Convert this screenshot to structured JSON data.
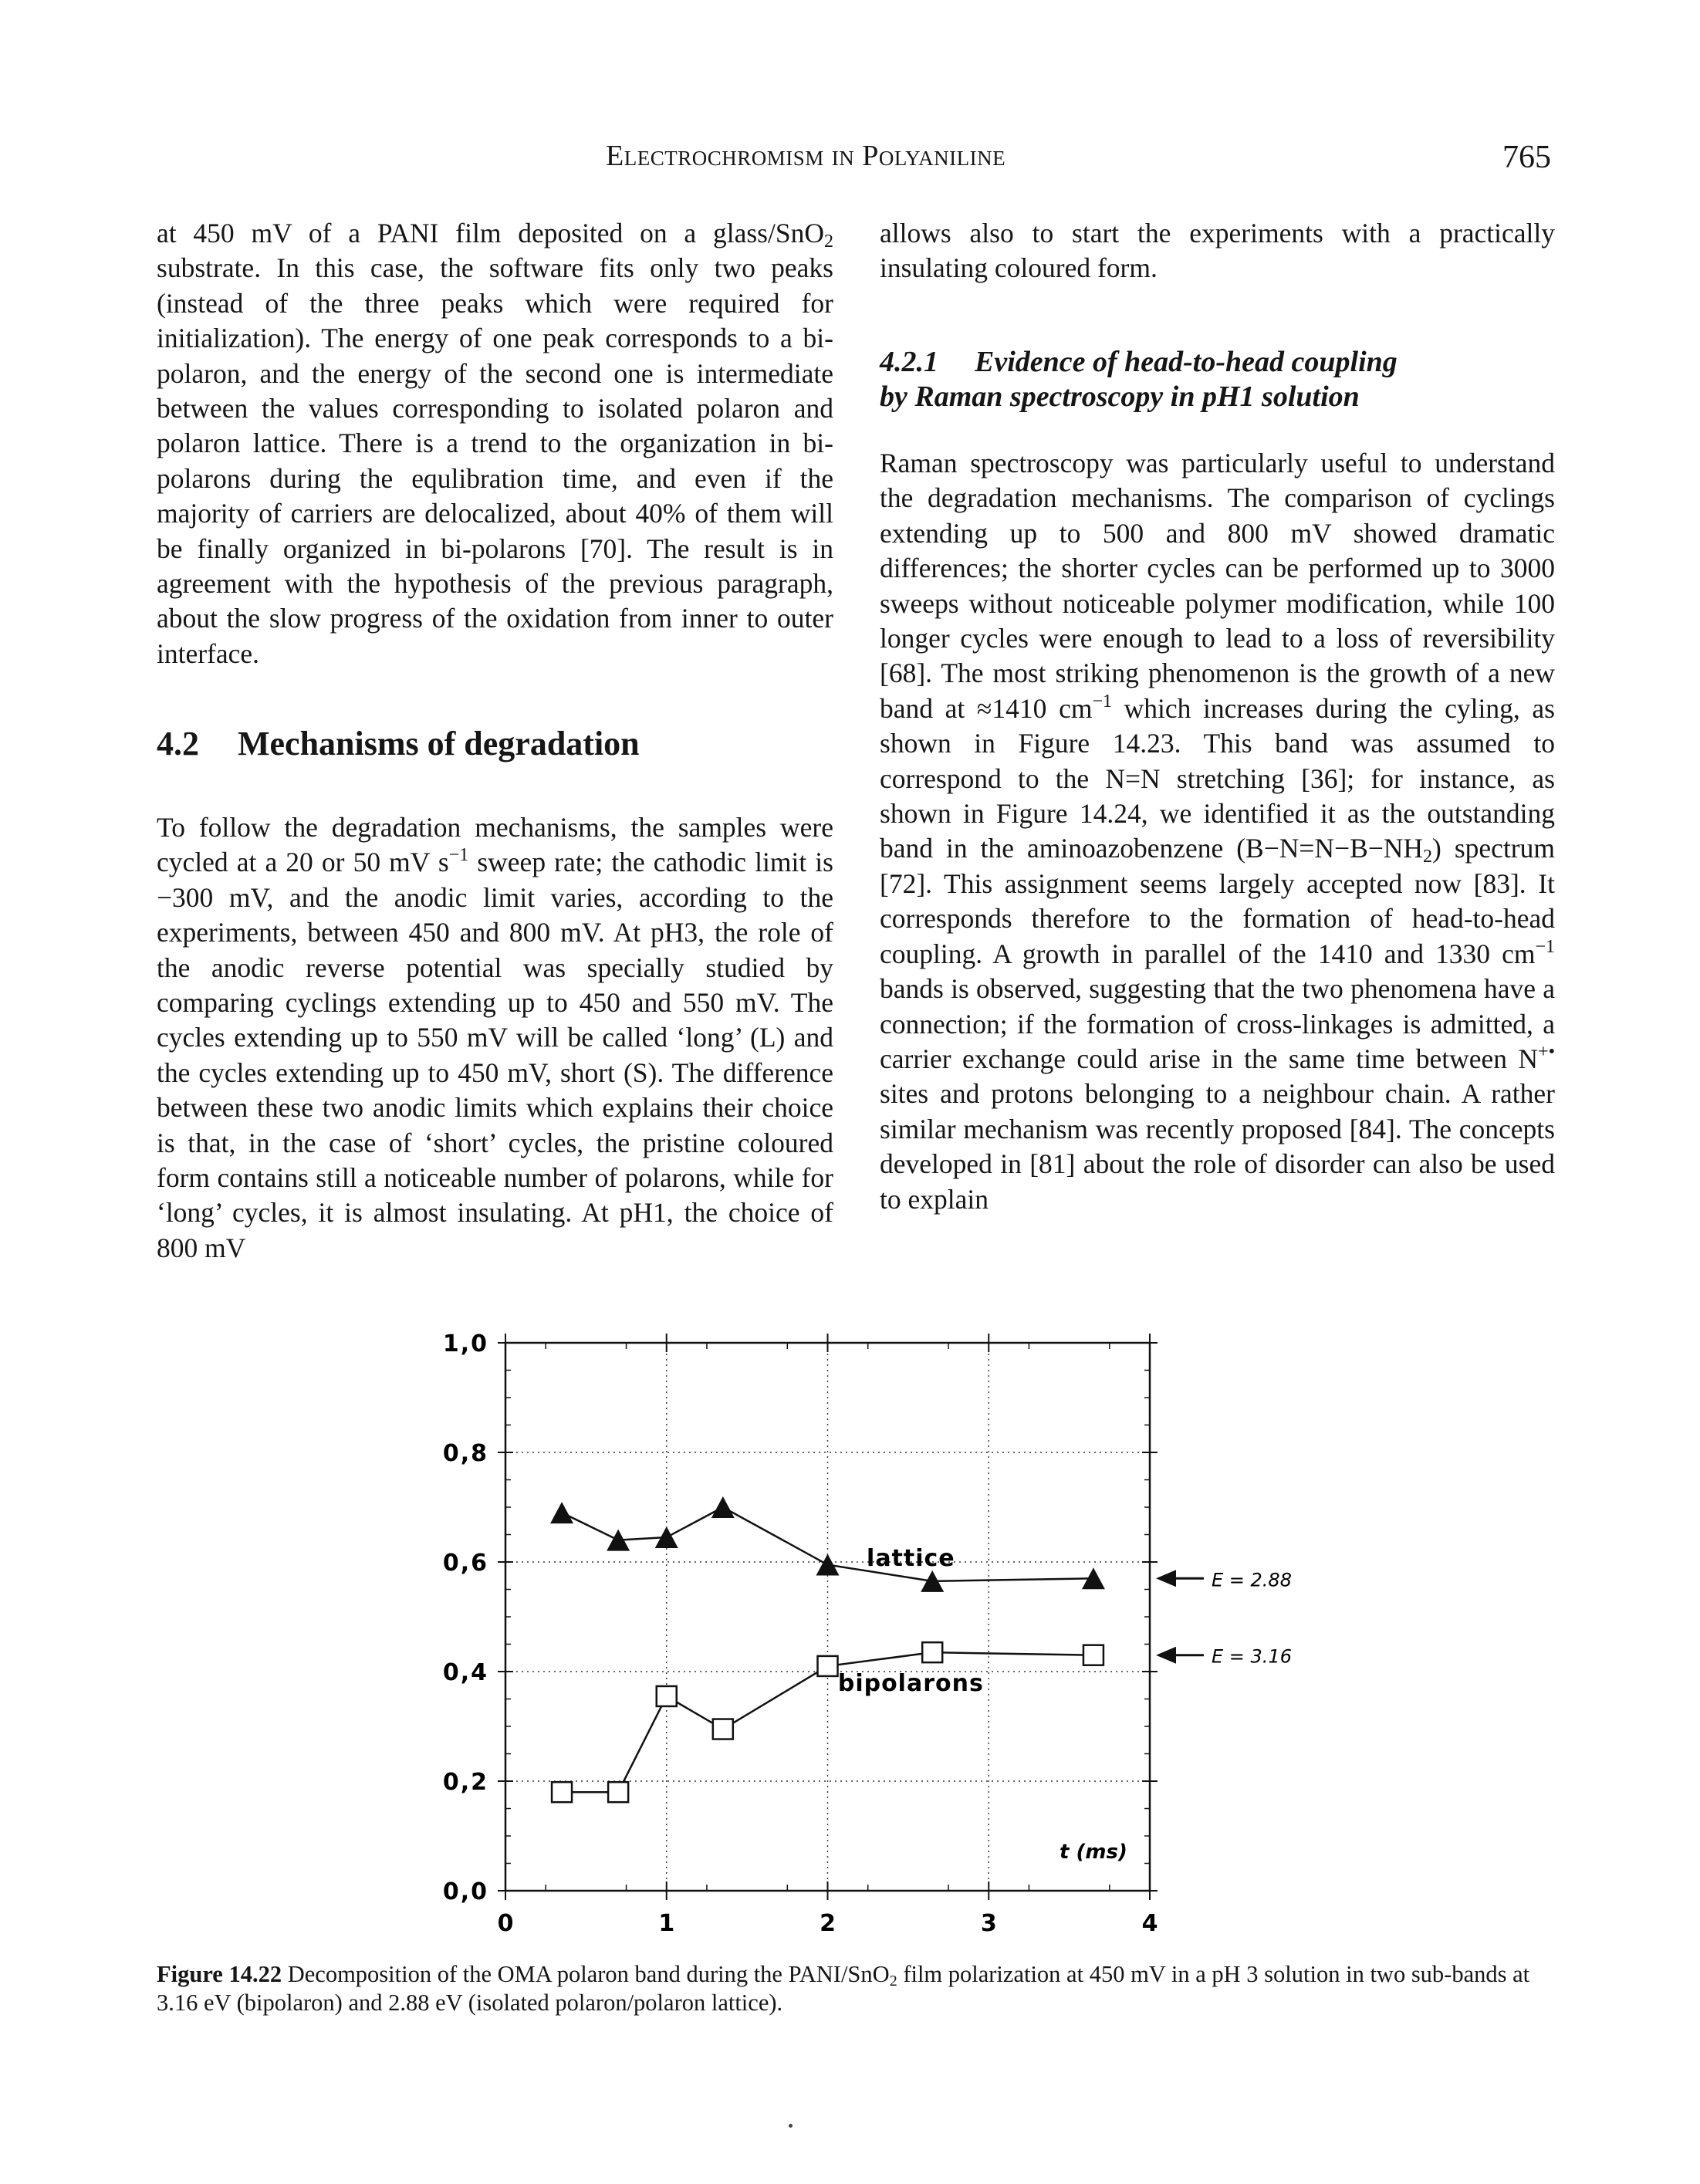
{
  "header": {
    "title": "Electrochromism in Polyaniline",
    "page_number": "765"
  },
  "left_col": {
    "p1a": "at 450 mV of a PANI film deposited on a glass/SnO",
    "p1a_sub": "2",
    "p1b": " substrate. In this case, the software fits only two peaks (instead of the three peaks which were required for initialization). The energy of one peak corresponds to a bi-polaron, and the energy of the second one is intermediate between the values corresponding to isolated polaron and polaron lattice. There is a trend to the organization in bi-polarons during the equlibration time, and even if the majority of carriers are delocalized, about 40% of them will be finally organized in bi-polarons [70]. The result is in agreement with the hypothesis of the previous paragraph, about the slow progress of the oxidation from inner to outer interface.",
    "p2a": "To follow the degradation mechanisms, the samples were cycled at a 20 or 50 mV s",
    "p2a_sup": "−1",
    "p2b": " sweep rate; the cathodic limit is −300 mV, and the anodic limit varies, according to the experiments, between 450 and 800 mV. At pH3, the role of the anodic reverse potential was specially studied by comparing cyclings extending up to 450 and 550 mV. The cycles extending up to 550 mV will be called ‘long’ (L) and the cycles extending up to 450 mV, short (S). The difference between these two anodic limits which explains their choice is that, in the case of ‘short’ cycles, the pristine coloured form contains still a noticeable number of polarons, while for ‘long’ cycles, it is almost insulating. At pH1, the choice of 800 mV"
  },
  "section_4_2": {
    "number": "4.2",
    "title": "Mechanisms of degradation"
  },
  "right_col": {
    "p1": "allows also to start the experiments with a practically insulating coloured form.",
    "p2a": "Raman spectroscopy was particularly useful to understand the degradation mechanisms. The comparison of cyclings extending up to 500 and 800 mV showed dramatic differences; the shorter cycles can be performed up to 3000 sweeps without noticeable polymer modification, while 100 longer cycles were enough to lead to a loss of reversibility [68]. The most striking phenomenon is the growth of a new band at ≈1410 cm",
    "p2a_sup": "−1",
    "p2b": " which increases during the cyling, as shown in Figure 14.23. This band was assumed to correspond to the N=N stretching [36]; for instance, as shown in Figure 14.24, we identified it as the outstanding band in the aminoazobenzene (B−N=N−B−NH",
    "p2b_sub": "2",
    "p2c": ") spectrum [72]. This assignment seems largely accepted now [83]. It corresponds therefore to the formation of head-to-head coupling. A growth in parallel of the 1410 and 1330 cm",
    "p2c_sup": "−1",
    "p2d": " bands is observed, suggesting that the two phenomena have a connection; if the formation of cross-linkages is admitted, a carrier exchange could arise in the same time between N",
    "p2d_sup": "+•",
    "p2e": " sites and protons belonging to a neighbour chain. A rather similar mechanism was recently proposed [84]. The concepts developed in [81] about the role of disorder can also be used to explain"
  },
  "section_4_2_1": {
    "number": "4.2.1",
    "title_line1": "Evidence of head-to-head coupling",
    "title_line2": "by Raman spectroscopy in pH1 solution"
  },
  "figure": {
    "caption_label": "Figure 14.22",
    "caption_text_a": " Decomposition of the OMA polaron band during the PANI/SnO",
    "caption_sub": "2",
    "caption_text_b": " film polarization at 450 mV in a pH 3 solution in two sub-bands at 3.16 eV (bipolaron) and 2.88 eV (isolated polaron/polaron lattice)."
  },
  "chart_data": {
    "type": "line",
    "xlabel": "t (ms)",
    "ylabel": "",
    "xlim": [
      0,
      4
    ],
    "ylim": [
      0.0,
      1.0
    ],
    "x_ticks": [
      "0",
      "1",
      "2",
      "3",
      "4"
    ],
    "y_ticks": [
      "0,0",
      "0,2",
      "0,4",
      "0,6",
      "0,8",
      "1,0"
    ],
    "grid": true,
    "series": [
      {
        "name": "lattice",
        "marker": "filled-triangle",
        "x": [
          0.35,
          0.7,
          1.0,
          1.35,
          2.0,
          2.65,
          3.65
        ],
        "y": [
          0.69,
          0.64,
          0.645,
          0.7,
          0.595,
          0.565,
          0.57
        ]
      },
      {
        "name": "bipolarons",
        "marker": "open-square",
        "x": [
          0.35,
          0.7,
          1.0,
          1.35,
          2.0,
          2.65,
          3.65
        ],
        "y": [
          0.18,
          0.18,
          0.355,
          0.295,
          0.41,
          0.435,
          0.43
        ]
      }
    ],
    "annotations": [
      {
        "text": "E = 2.88",
        "points_to": "lattice"
      },
      {
        "text": "E = 3.16",
        "points_to": "bipolarons"
      }
    ]
  }
}
